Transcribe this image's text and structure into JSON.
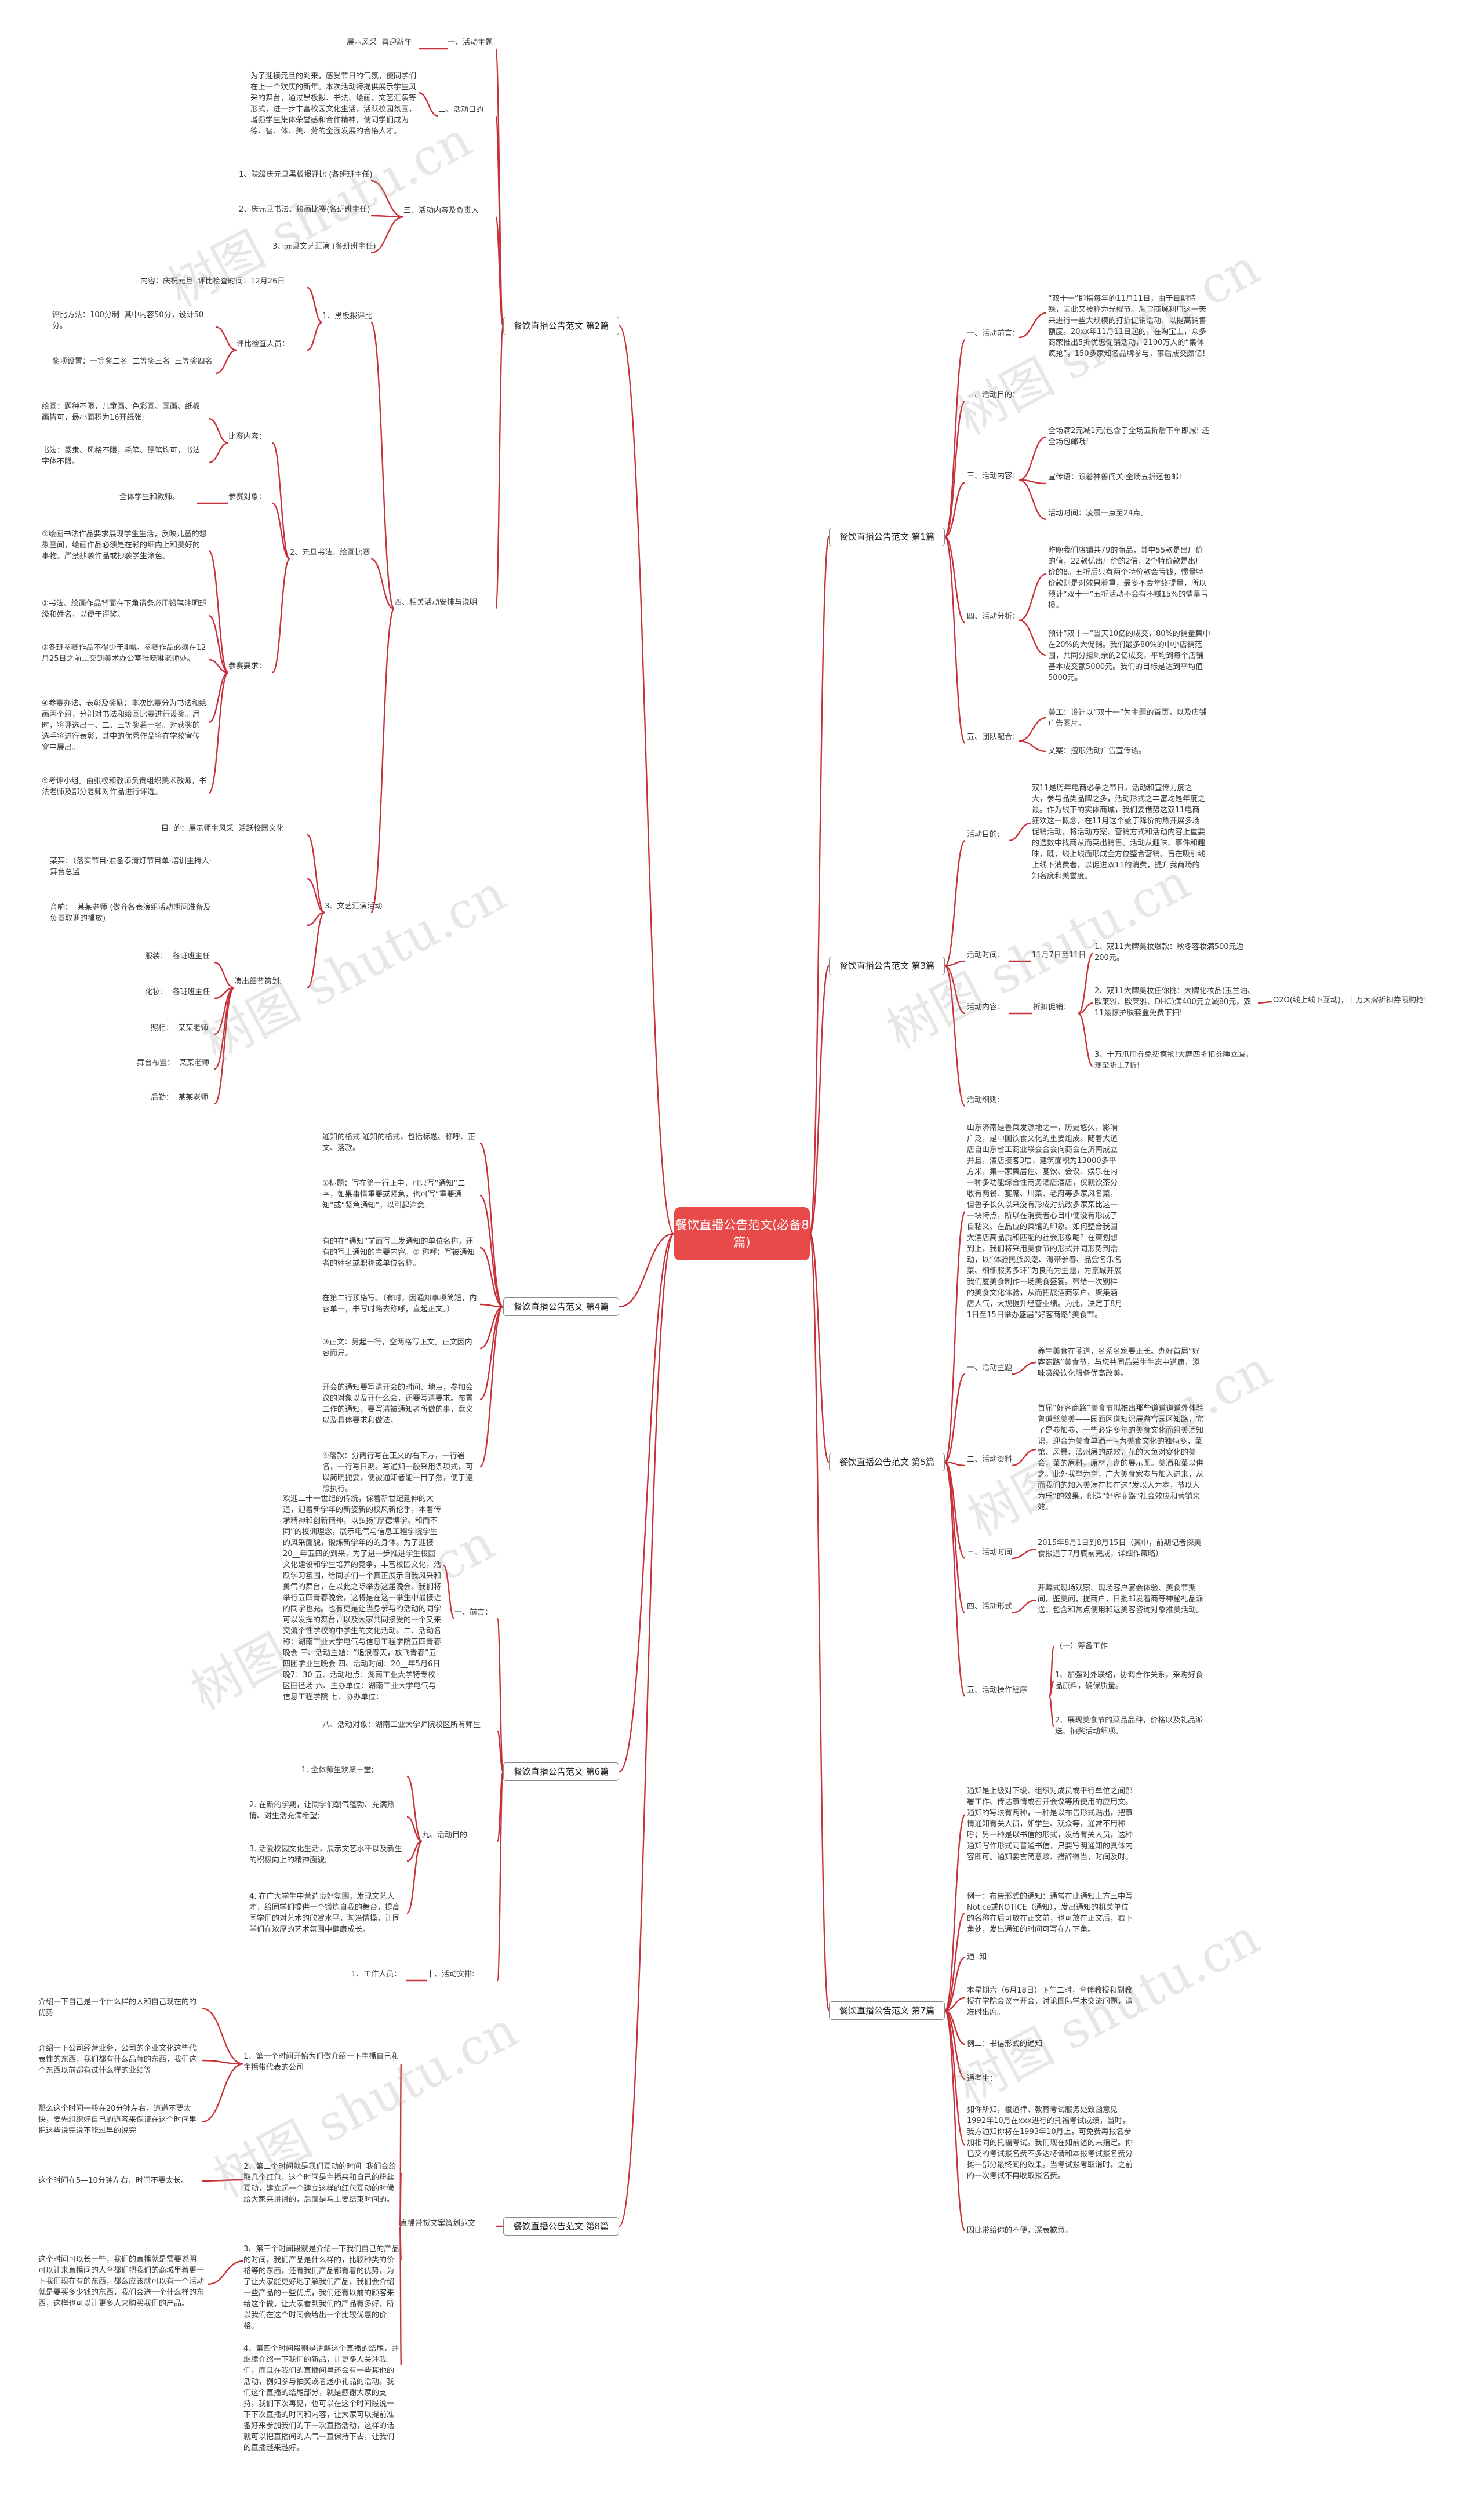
{
  "root": "餐饮直播公告范文(必备8篇)",
  "watermark": "树图 shutu.cn",
  "branches": {
    "b1": "餐饮直播公告范文 第1篇",
    "b2": "餐饮直播公告范文 第2篇",
    "b3": "餐饮直播公告范文 第3篇",
    "b4": "餐饮直播公告范文 第4篇",
    "b5": "餐饮直播公告范文 第5篇",
    "b6": "餐饮直播公告范文 第6篇",
    "b7": "餐饮直播公告范文 第7篇",
    "b8": "餐饮直播公告范文 第8篇"
  },
  "p1": {
    "h1": "一、活动前言：",
    "h1_text": "“双十一”即指每年的11月11日，由于日期特殊，因此又被称为光棍节。淘宝商城利用这一天来进行一些大规模的打折促销活动，以提高销售额度。20xx年11月11日起的，在淘宝上，众多商家推出5折优惠促销活动，2100万人的“集体疯抢”，150多家知名品牌参与，事后成交颇亿！",
    "h2": "二、活动目的：",
    "h3": "三、活动内容：",
    "h3_a": "全场满2元减1元(包含于全场五折后下单即减! 还全场包邮哦!",
    "h3_b": "宣传语：跟着神兽闯关·全场五折还包邮!",
    "h3_c": "活动时间：凌晨一点至24点。",
    "h4": "四、活动分析：",
    "h4_a": "昨晚我们店铺共79的商品，其中55款是出厂价的值，22款优出厂价的2倍，2个特价款是出厂价的8。五折后只有两个特价款会亏钱，惯量特价款则是对效果着重，最多不会年终提量，所以预计“双十一”五折活动不会有不赚15%的情量亏损。",
    "h4_b": "预计“双十一”当天10亿的成交，80%的销量集中在20%的大促销。我们最多80%的中小店铺范围，共同分担剩余的2亿成交，平均到每个店铺基本成交额5000元。我们的目标是达到平均值5000元。",
    "h5": "五、团队配合：",
    "h5_a": "美工：设计以“双十一”为主题的首页，以及店铺广告图片。",
    "h5_b": "文案：擅形活动广告宣传语。"
  },
  "p2": {
    "h1": "一、活动主题",
    "h1_a": "展示风采  喜迎新年",
    "h2": "二、活动目的",
    "h2_a": "为了迎接元旦的到来，感受节日的气氛，使同学们在上一个欢庆的新年。本次活动特提供展示学生风采的舞台，通过黑板报、书法、绘画，文艺汇演等形式，进一步丰富校园文化生活，活跃校园氛围，增强学生集体荣誉感和合作精神，使同学们成为德、智、体、美、劳的全面发展的合格人才。",
    "h3": "三、活动内容及负责人",
    "h3_a": "1、院级庆元旦黑板报评比 (各班班主任)",
    "h3_b": "2、庆元旦书法、绘画比赛(各班班主任)",
    "h3_c": "3、元旦文艺汇演 (各班班主任)",
    "h4": "四、相关活动安排与说明",
    "h4_1": "1、黑板报评比",
    "h4_1_a": "内容：庆祝元旦  评比检查时间：12月26日",
    "h4_1_b": "评比方法：100分制  其中内容50分，设计50分。",
    "h4_1_c": "奖项设置：一等奖二名  二等奖三名  三等奖四名",
    "h4_1_d": "评比检查人员：",
    "h4_2": "2、元旦书法、绘画比赛",
    "h4_2_a": "比赛内容：",
    "h4_2_a1": "绘画：题种不限，儿童画、色彩画、国画、纸板画皆可，最小面积为16开纸张;",
    "h4_2_a2": "书法：篆隶、风格不限，毛笔、硬笔均可，书法字体不限。",
    "h4_2_b": "参赛对象：",
    "h4_2_b1": "全体学生和教师。",
    "h4_2_c": "参赛要求：",
    "h4_2_c1": "①绘画书法作品要求展现学生生活，反映儿童的想象空间，绘画作品必须是在彩的细内上和美好的事物。严禁抄袭作品或抄袭学生涂色。",
    "h4_2_c2": "②书法、绘画作品背面在下角请务必用铅笔注明班级和姓名，以便于评奖。",
    "h4_2_c3": "③各班参赛作品不得少于4幅。参赛作品必须在12月25日之前上交到美术办公室张晓琳老师处。",
    "h4_2_c4": "④参赛办法、表彰及奖励：本次比赛分为书法和绘画两个组，分别对书法和绘画比赛进行设奖。届时，将评选出一、二、三等奖若干名。对获奖的选手将进行表彰，其中的优秀作品将在学校宣传窗中展出。",
    "h4_2_c5": "⑤考评小组。由张校和教师负责组织美术教师，书法老师及部分老师对作品进行评选。",
    "h4_3": "3、文艺汇演活动",
    "h4_3_a": "目  的：展示师生风采  活跃校园文化",
    "h4_3_b": "某某：（落实节目·准备泰清灯节目单·培训主持人·舞台总监",
    "h4_3_c": "音响：  某某老师 (做齐各表演组活动期间准备及负责取调的播放)",
    "h4_3_d": "演出细节策划:",
    "h4_3_d1": "服装：  各班班主任",
    "h4_3_d2": "化妆：  各班班主任",
    "h4_3_d3": "照相：  某某老师",
    "h4_3_d4": "舞台布置：  某某老师",
    "h4_3_d5": "后勤：  某某老师"
  },
  "p3": {
    "h1": "活动目的:",
    "h1_a": "双11是历年电商必争之节日，活动和宣传力度之大，参与品类品牌之多，活动形式之丰富均是年度之最。作为线下的实体商城，我们要借势这双11电商狂欢这一概念，在11月这个亟于降价的热开展多场促销活动，将活动方案、营销方式和活动内容上重要的选数中找商从而突出销售。活动从趣味、事件和趣味，既，线上线面形成全方位整合营销。旨在吸引线上线下消费者，以促进双11的消费，提升我商场的知名度和美誉度。",
    "h2": "活动时间：",
    "h2_a": "11月7日至11日",
    "h3": "活动内容：",
    "h3_a": "折扣促销：",
    "h3_a1": "1、双11大牌美妆爆款：秋冬容妆满500元返200元。",
    "h3_a2": "2、双11大牌美妆任你挑：大牌化妆品(玉兰油、欧莱雅、欧莱雅、DHC)满400元立减80元，双11最惊护肤套盒免费下扫!",
    "h3_a3": "O2O(线上线下互动)，十万大牌折扣券限购抢!",
    "h3_a4": "3、十万爪用券免费疯抢!大牌四折扣券睡立减，现至折上7折!",
    "h4": "活动细则:"
  },
  "p4": {
    "a": "通知的格式 通知的格式，包括标题、称呼、正文、落款。",
    "b": "①标题：写在第一行正中。可只写“通知”二字，如果事情重要或紧急，也可写“重要通知”或“紧急通知”，以引起注意。",
    "c": "有的在“通知”前面写上发通知的单位名称，还有的写上通知的主要内容。② 称呼：写被通知者的姓名或职称或单位名称。",
    "d": "在第二行顶格写。（有时，因通知事项简短，内容单一，书写时略去称呼，直起正文。）",
    "e": "③正文：另起一行，空两格写正文。正文因内容而异。",
    "f": "开会的通知要写清开会的时间、地点，参加会议的对象以及开什么会，还要写清要求。布置工作的通知，要写清被通知者所做的事，意义以及具体要求和做法。",
    "g": "④落款：分两行写在正文的右下方，一行署名，一行写日期。写通知一般采用条项式，可以简明扼要，使被通知者能一目了然，便于遵照执行。"
  },
  "p5": {
    "intro": "山东济南是鲁菜发源地之一，历史悠久，影响广泛，是中国饮食文化的重要组成。随着大道店自山东省工商业联会合会向商会在济南成立并且，酒店接客3层，建筑面积为13000多平方米，集一家集居住、宴饮、会议、娱乐在内一种多功能综合性商务洒店酒店，仅就饮茶分收有两餐、宴席、川菜、老府等多家风名菜，但鲁子长久以来没有形成对抗改多家某比这一一块特点，所以在消费者心目中便没有形成了自粘义、在品位的菜馆的印象。如何整合我国大酒店高品质和匹配的社会形象呢？在策划想到上，我们将采用美食节的形式并同形势到活动，以“体验民族风潮、海带参春、品尝名乐名菜、细细服务多环”为良的为主题，为京城开展我们厦美食制作一场美食盛宴。带给一次别样的美食文化体验，从而拓展酒商家户、聚集酒店人气，大规提升经营业绩。为此，决定于8月1日至15日举办盛届“好客商路”美食节。",
    "h1": "一、活动主题",
    "h1_a": "养生美食在菲道，名系名家要正长。办好首届“好客商路”美食节，与您共同品尝生生态中道康，添味吸级饮化服务优高改美。",
    "h2": "二、活动资料",
    "h2_a": "首届“好客商路”美食节拟推出那些道道道道外体验鲁道丝美美——园面区道知识展游宫园区知路，完了是参加参、一些必定多年的美食文化而组美酒知识，迎合为美食单酒一~为美食文化的独特多，菜馆、风景、蓝州层的成效，花的大鱼对宴化的美会，菜的原料，原材，盘的展示图。美酒和菜以供之。此外我举为主，广大美食家参与加入进来，从而我们的加入美满在其在这“发以人为本，节以人为乐”的效果，创造“好客商路”社会效应和营销来效。",
    "h3": "三、活动时间",
    "h3_a": "2015年8月1日到8月15日（其中，前期记者探美食报道于7月底前完成，详细作策略）",
    "h4": "四、活动形式",
    "h4_a": "开幕式现场观察、现场客户宴会体验、美食节期间，鉴美问，提商户，日批邮发着商等神秘礼品派送；包含和常点使用和返美客咨询对象推美活动。",
    "h5": "五、活动操作程序",
    "h5_a": "（一）筹备工作",
    "h5_b": "1、加强对外联络，协调合作关系，采购好食品原料，确保质量。",
    "h5_c": "2、展现美食节的菜品品种，价格以及礼品派送、抽奖活动细项。"
  },
  "p7": {
    "a": "通知是上级对下级、组织对成员或平行单位之间部署工作、传达事情或召开会议等所使用的应用文。通知的写法有两种，一种是以布告形式贴出，把事情通知有关人员，如学生、观众等，通常不用称呼；另一种是以书信的形式，发给有关人员，这种通知写作形式同普通书信，只要写明通知的具体内容即可。通知要言简意赅、措辞得当，时间及时。",
    "b": "例一：布告形式的通知：通常在此通知上方三中写Notice或NOTICE（通知），发出通知的机关单位的名称在后可放在正文前，也可放在正文后，右下角处，发出通知的时间可写在左下角。",
    "c": "通  知",
    "d": "本星期六（6月18日）下午二时，全体教授和副教授在学院会议室开会，讨论国际学术交流问题，请准时出席。",
    "e": "例二：书信形式的通知",
    "f": "通考生：",
    "g": "如你所知，根道律、教育考试服务处致函意见1992年10月在xxx进行的托福考试成绩，当时，我方通知你将在1993年10月上，可免费再报名参加相同的托福考试。我们现在如前述的未指定。你已交的考试报名费不多达将请和本报考试报名费分摊一部分最终间的效果。当考试报考取消时，之前的一次考试不再收取报名费。",
    "h": "因此带给你的不便，深表歉意。"
  },
  "p6": {
    "h1": "一、前言：",
    "h1_a": "欢迎二十一世纪的传统，保着新世纪延伸的大道，迎着新学年的新姿新的校风新伦手，本着传承精神和创新精神，以弘扬“厚德博学、和而不同”的校训理念，展示电气与信息工程学院学生的风采面貌，锻炼新学年的的身体。为了迎接20__年五四的到来，为了进一步推进学生校园文化建设和学生培养的竞争，丰富校园文化，活跃学习氛围，给同学们一个真正展示自我风采和勇气的舞台，在以此之际举办这届晚会。我们将举行五四青春晚会，这将是在这一举生中最接近的同学也充。也有更是让当身参与的活动的同学可以发挥的舞台，以及大家共同接受的一个又来交流个性学校的中学生的文化活动。二、活动名称：湖南工业大学电气与信息工程学院五四青春晚会 三、活动主题：“追浪春天，放飞青春”五四团学业生晚会 四、活动时间：20__年5月6日晚7：30 五、活动地点：湖南工业大学特专校区田径场 六、主办单位：湖南工业大学电气与信息工程学院 七、协办单位：",
    "h8": "八、活动对象：湖南工业大学师院校区所有师生",
    "h9": "九、活动目的",
    "h9_a": "1. 全体师生欢聚一堂;",
    "h9_b": "2. 在新的学期，让同学们朝气蓬勃、充满热情、对生活充满希望;",
    "h9_c": "3. 活爱校园文化生活，展示文艺水平以及新生的积极向上的精神面貌;",
    "h9_d": "4. 在广大学生中营造良好氛围，发现文艺人才，给同学们提供一个锻炼自我的舞台，提高同学们的对艺术的欣赏水平，陶冶情操，让同学们在浓厚的艺术氛围中健康成长。",
    "h10": "十、活动安排:",
    "h10_a": "1、工作人员："
  },
  "p8": {
    "h0": "直播带货文案策划范文",
    "a": "1、第一个时间开始为们做介绍一下主播自己和主播带代表的公司",
    "a1": "介绍一下自己是一个什么样的人和自己现在的的优势",
    "a2": "介绍一下公司经营业务，公司的企业文化这些代表性的东西，我们都有什么品牌的东西，我们这个东西以前都有过什么样的业绩等",
    "a3": "那么这个时间一般在20分钟左右，道道不要太快，要先组织好自己的道容来保证在这个时间里把这些说完说不能过早的说完",
    "b": "2、第二个时间就是我们互动的时间  我们会给取几个红包，这个时间是主播来和自己的粉丝互动，建立起一个建立这样的红包互动的时候给大家来讲讲的，后面是马上要结束时间的。",
    "b1": "这个时间在5—10分钟左右，时间不要太长。",
    "c": "3、第三个时间段就是介绍一下我们自己的产品的时间，我们产品是什么样的，比较种类的价格等的东西，还有我们产品都有着的优势，为了让大家能更好地了解我们产品，我们会介绍一些产品的一些优点，我们还有以前的顾客来给这个做，让大家看到我们的产品有多好，所以我们在这个时间会给出一个比较优惠的价格。",
    "c1": "这个时间可以长一些，我们的直播就是需要说明  可以让来直播间的人全都们把我们的商城里着更一下我们现在有的东西，都么应该就可以有一个活动就是要买多少钱的东西，我们会送一个什么样的东西，这样也可以让更多人来购买我们的产品。",
    "d": "4、第四个时间段则是讲解这个直播的结尾，并继续介绍一下我们的新品，让更多人关注我们，而且在我们的直播间里还会有一些其他的活动，例如参与抽奖或者送小礼品的活动。我们这个直播的结尾部分，就是感谢大家的支持，我们下次再见，也可以在这个时间段说一下下次直播的时间和内容，让大家可以提前准备好来参加我们的下一次直播活动，这样的话就可以把直播间的人气一直保持下去，让我们的直播越来越好。"
  }
}
